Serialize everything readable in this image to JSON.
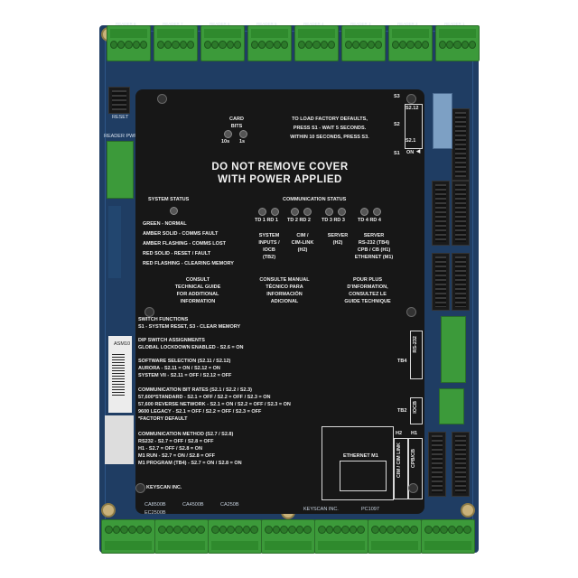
{
  "board": {
    "reader_labels": [
      "READER 8",
      "READER 7",
      "READER 6",
      "READER 5",
      "READER 4",
      "READER 3",
      "READER 2",
      "READER 1"
    ],
    "reader_pwr_label": "READER PWR",
    "reset_label": "RESET"
  },
  "cover": {
    "card_bits": {
      "title": "CARD BITS",
      "tens": "10s",
      "ones": "1s"
    },
    "factory_defaults": [
      "TO LOAD FACTORY DEFAULTS,",
      "PRESS S1 - WAIT 5 SECONDS.",
      "WITHIN 10 SECONDS, PRESS S3."
    ],
    "s3": "S3",
    "s2": "S2",
    "s1": "S1",
    "s2_12": "S2.12",
    "s2_1": "S2.1",
    "on": "ON",
    "warning_line1": "DO NOT REMOVE COVER",
    "warning_line2": "WITH POWER APPLIED",
    "system_status": {
      "title": "SYSTEM STATUS",
      "items": [
        "GREEN - NORMAL",
        "AMBER SOLID - COMMS FAULT",
        "AMBER FLASHING - COMMS LOST",
        "RED SOLID - RESET / FAULT",
        "RED FLASHING - CLEARING MEMORY"
      ]
    },
    "comm_status": {
      "title": "COMMUNICATION STATUS",
      "pairs": [
        "TD 1 RD 1",
        "TD 2 RD 2",
        "TD 3 RD 3",
        "TD 4 RD 4"
      ],
      "col1": [
        "SYSTEM",
        "INPUTS /",
        "IOCB",
        "(TB2)"
      ],
      "col2": [
        "CIM /",
        "CIM-LINK",
        "(H2)"
      ],
      "col3": [
        "SERVER",
        "(H2)"
      ],
      "col4": [
        "SERVER",
        "RS-232 (TB4)",
        "CPB / CB (H1)",
        "ETHERNET (M1)"
      ]
    },
    "consult": {
      "en": [
        "CONSULT",
        "TECHNICAL GUIDE",
        "FOR ADDITIONAL",
        "INFORMATION"
      ],
      "es": [
        "CONSULTE MANUAL",
        "TÉCNICO PARA",
        "INFORMACIÓN",
        "ADICIONAL"
      ],
      "fr": [
        "POUR PLUS",
        "D'INFORMATION,",
        "CONSULTEZ LE",
        "GUIDE TECHNIQUE"
      ]
    },
    "switch_functions": {
      "title": "SWITCH FUNCTIONS",
      "line": "S1 - SYSTEM RESET, S3 - CLEAR MEMORY"
    },
    "dip_switch": {
      "title": "DIP SWITCH ASSIGNMENTS",
      "line": "GLOBAL LOCKDOWN ENABLED - S2.6 = ON"
    },
    "software_selection": {
      "title": "SOFTWARE SELECTION (S2.11 / S2.12)",
      "lines": [
        "AURORA - S2.11 = ON / S2.12 = ON",
        "SYSTEM VII - S2.11 = OFF / S2.12 = OFF"
      ]
    },
    "bit_rates": {
      "title": "COMMUNICATION BIT RATES (S2.1 / S2.2 / S2.3)",
      "lines": [
        "57,600*STANDARD - S2.1 = OFF / S2.2 = OFF / S2.3 = ON",
        "57,600 REVERSE NETWORK - S2.1 = ON / S2.2 = OFF / S2.3 = ON",
        "9600 LEGACY - S2.1 = OFF / S2.2 = OFF / S2.3 = OFF",
        "*FACTORY DEFAULT"
      ]
    },
    "comm_method": {
      "title": "COMMUNICATION METHOD (S2.7 / S2.8)",
      "lines": [
        "RS232 - S2.7 = OFF / S2.8 = OFF",
        "H1 - S2.7 = OFF / S2.8 = ON",
        "M1 RUN - S2.7 = ON / S2.8 = OFF",
        "M1 PROGRAM (TB4) - S2.7 = ON / S2.8 = ON"
      ]
    },
    "tb4": "TB4",
    "tb2": "TB2",
    "rs232": "RS-232",
    "iocb": "IOCB",
    "h2": "H2",
    "h1": "H1",
    "ethernet": "ETHERNET M1",
    "cim_link": "CIM / CIM LINK",
    "cpb_cb": "CPB/CB",
    "brand": "KEYSCAN INC."
  },
  "board_bottom": {
    "part_codes": [
      "CA8500B",
      "CA4500B",
      "CA250B",
      "EC2500B"
    ],
    "maker": "KEYSCAN INC.",
    "model": "PC1097",
    "serial": "ASM10"
  }
}
